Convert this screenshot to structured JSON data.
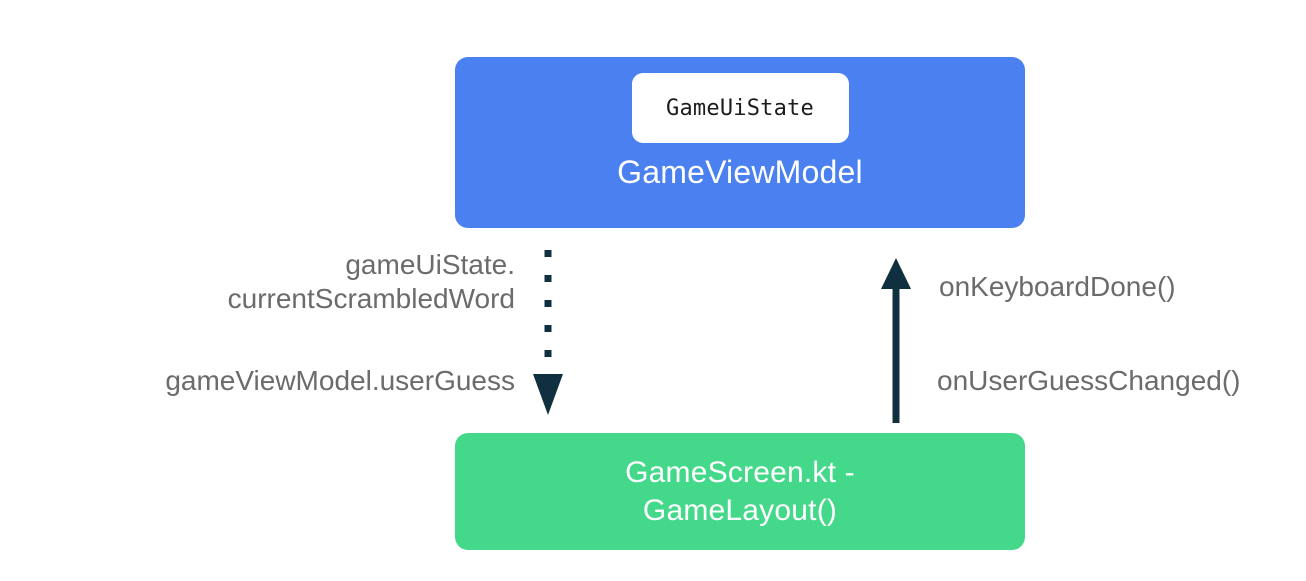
{
  "diagram": {
    "title": "Unidirectional data flow between GameViewModel and GameScreen",
    "background": "#ffffff",
    "colors": {
      "viewmodel_box": "#4a80ef",
      "screen_box": "#44d98a",
      "state_pill": "#ffffff",
      "arrow": "#10303f",
      "label_text": "#6b6b6b",
      "node_text": "#ffffff",
      "pill_text": "#1c1c1c"
    },
    "nodes": {
      "viewmodel": {
        "label": "GameViewModel",
        "state_pill_label": "GameUiState"
      },
      "screen": {
        "label": "GameScreen.kt -\nGameLayout()",
        "line1": "GameScreen.kt -",
        "line2": "GameLayout()"
      }
    },
    "edges": {
      "state_down": {
        "style": "dotted",
        "direction": "down",
        "labels": {
          "upper": "gameUiState.\ncurrentScrambledWord",
          "lower": "gameViewModel.userGuess"
        }
      },
      "events_up": {
        "style": "solid",
        "direction": "up",
        "labels": {
          "upper": "onKeyboardDone()",
          "lower": "onUserGuessChanged()"
        }
      }
    }
  }
}
